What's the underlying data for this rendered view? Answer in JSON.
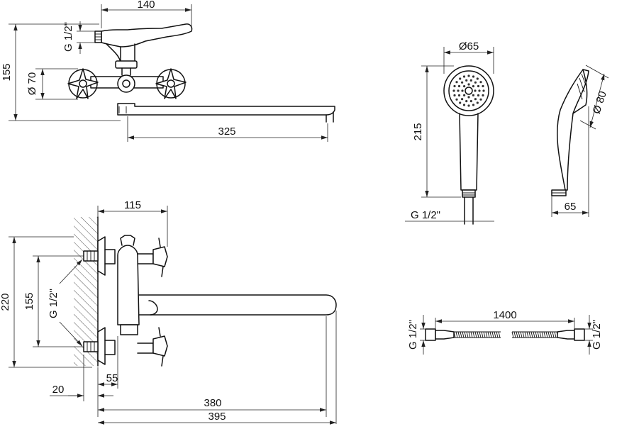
{
  "top_view": {
    "width": "140",
    "thread": "G 1/2\"",
    "height": "155",
    "handle_diameter": "Ø 70",
    "spout_length": "325"
  },
  "shower_head": {
    "head_diameter": "Ø65",
    "length": "215",
    "thread": "G 1/2\"",
    "side_diameter": "Ø 80",
    "side_width": "65"
  },
  "side_view": {
    "width": "115",
    "height": "220",
    "inlet_distance": "155",
    "thread": "G 1/2\"",
    "wall_offset": "20",
    "inlet_offset": "55",
    "spout_reach": "380",
    "overall_length": "395"
  },
  "hose": {
    "length": "1400",
    "thread_left": "G 1/2\"",
    "thread_right": "G 1/2\""
  },
  "colors": {
    "line": "#111111",
    "background": "#ffffff"
  }
}
